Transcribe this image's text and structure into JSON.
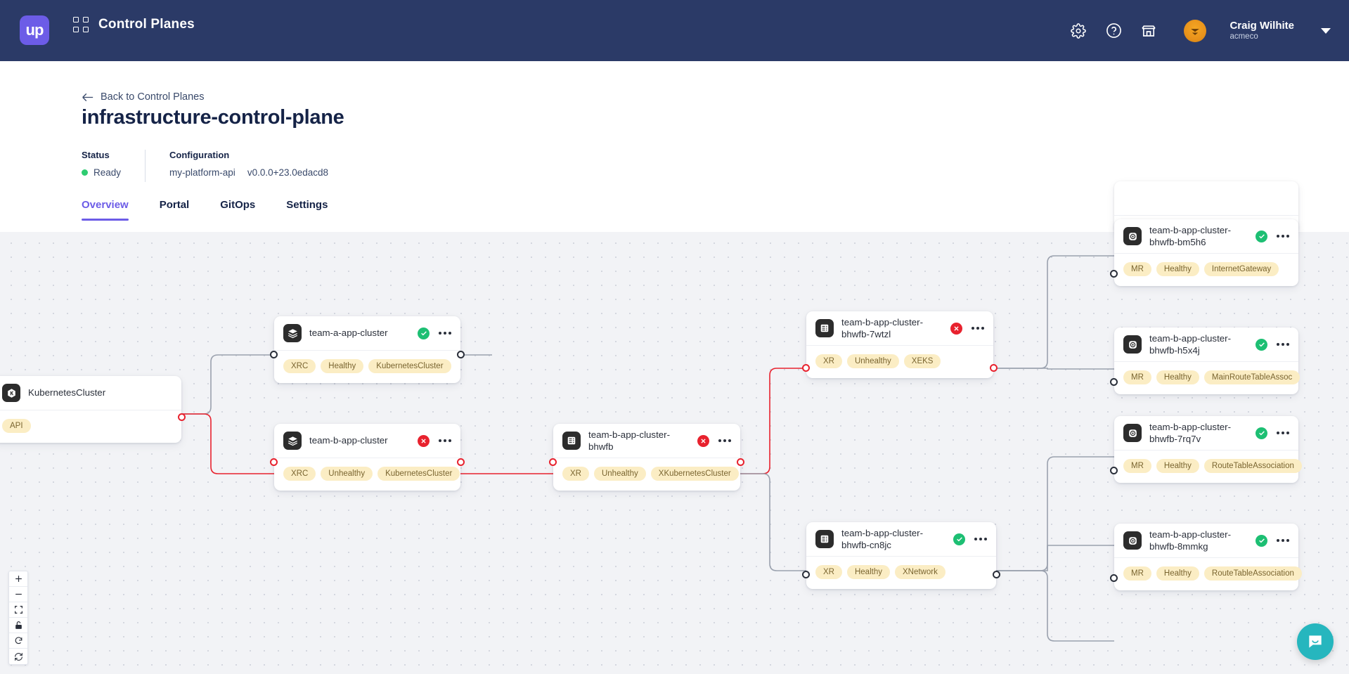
{
  "topnav": {
    "logo_text": "up",
    "title": "Control Planes",
    "icons": [
      "gear-icon",
      "help-icon",
      "marketplace-icon"
    ],
    "user": {
      "name": "Craig Wilhite",
      "org": "acmeco"
    },
    "brand_color": "#6C5CE7",
    "bar_color": "#2B3A67"
  },
  "header": {
    "back_label": "Back to Control Planes",
    "title": "infrastructure-control-plane",
    "status_label": "Status",
    "status_value": "Ready",
    "status_color": "#2ECC71",
    "configuration_label": "Configuration",
    "configuration_name": "my-platform-api",
    "configuration_version": "v0.0.0+23.0edacd8"
  },
  "tabs": [
    {
      "label": "Overview",
      "active": true
    },
    {
      "label": "Portal",
      "active": false
    },
    {
      "label": "GitOps",
      "active": false
    },
    {
      "label": "Settings",
      "active": false
    }
  ],
  "graph": {
    "nodes": [
      {
        "id": "k8s",
        "name": "KubernetesCluster",
        "icon": "kubernetes-icon",
        "status": "none",
        "tags": [
          "API"
        ]
      },
      {
        "id": "team-a",
        "name": "team-a-app-cluster",
        "icon": "layers-icon",
        "status": "healthy",
        "tags": [
          "XRC",
          "Healthy",
          "KubernetesCluster"
        ]
      },
      {
        "id": "team-b",
        "name": "team-b-app-cluster",
        "icon": "layers-icon",
        "status": "unhealthy",
        "tags": [
          "XRC",
          "Unhealthy",
          "KubernetesCluster"
        ]
      },
      {
        "id": "bhwfb",
        "name": "team-b-app-cluster-bhwfb",
        "icon": "composite-icon",
        "status": "unhealthy",
        "tags": [
          "XR",
          "Unhealthy",
          "XKubernetesCluster"
        ]
      },
      {
        "id": "7wtzl",
        "name": "team-b-app-cluster-bhwfb-7wtzl",
        "icon": "composite-icon",
        "status": "unhealthy",
        "tags": [
          "XR",
          "Unhealthy",
          "XEKS"
        ]
      },
      {
        "id": "cn8jc",
        "name": "team-b-app-cluster-bhwfb-cn8jc",
        "icon": "composite-icon",
        "status": "healthy",
        "tags": [
          "XR",
          "Healthy",
          "XNetwork"
        ]
      },
      {
        "id": "bm5h6",
        "name": "team-b-app-cluster-bhwfb-bm5h6",
        "icon": "managed-resource-icon",
        "status": "healthy",
        "tags": [
          "MR",
          "Healthy",
          "InternetGateway"
        ]
      },
      {
        "id": "h5x4j",
        "name": "team-b-app-cluster-bhwfb-h5x4j",
        "icon": "managed-resource-icon",
        "status": "healthy",
        "tags": [
          "MR",
          "Healthy",
          "MainRouteTableAssoc"
        ]
      },
      {
        "id": "7rq7v",
        "name": "team-b-app-cluster-bhwfb-7rq7v",
        "icon": "managed-resource-icon",
        "status": "healthy",
        "tags": [
          "MR",
          "Healthy",
          "RouteTableAssociation"
        ]
      },
      {
        "id": "8mmkg",
        "name": "team-b-app-cluster-bhwfb-8mmkg",
        "icon": "managed-resource-icon",
        "status": "healthy",
        "tags": [
          "MR",
          "Healthy",
          "RouteTableAssociation"
        ]
      }
    ],
    "edge_colors": {
      "healthy": "#9AA1AE",
      "unhealthy": "#E8222E"
    },
    "controls": [
      "zoom-in",
      "zoom-out",
      "fit-view",
      "lock",
      "reset",
      "refresh"
    ]
  },
  "chat": {
    "label": "chat-icon",
    "color": "#26B6BE"
  }
}
